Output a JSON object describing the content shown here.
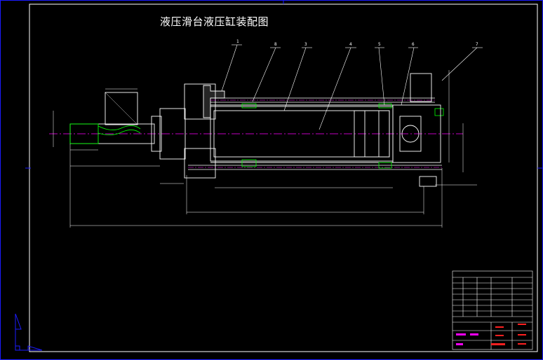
{
  "drawing": {
    "title": "液压滑台液压缸装配图",
    "callouts": [
      "1",
      "8",
      "3",
      "4",
      "5",
      "6",
      "7"
    ]
  },
  "colors": {
    "background": "#000000",
    "frame": "#1c1cff",
    "lines": "#ffffff",
    "centerline": "#ff00ff",
    "hatch_green": "#00ff00",
    "dims": "#ffffff",
    "annot_red": "#ff2020"
  },
  "icons": [
    "ucs-axis-icon"
  ]
}
